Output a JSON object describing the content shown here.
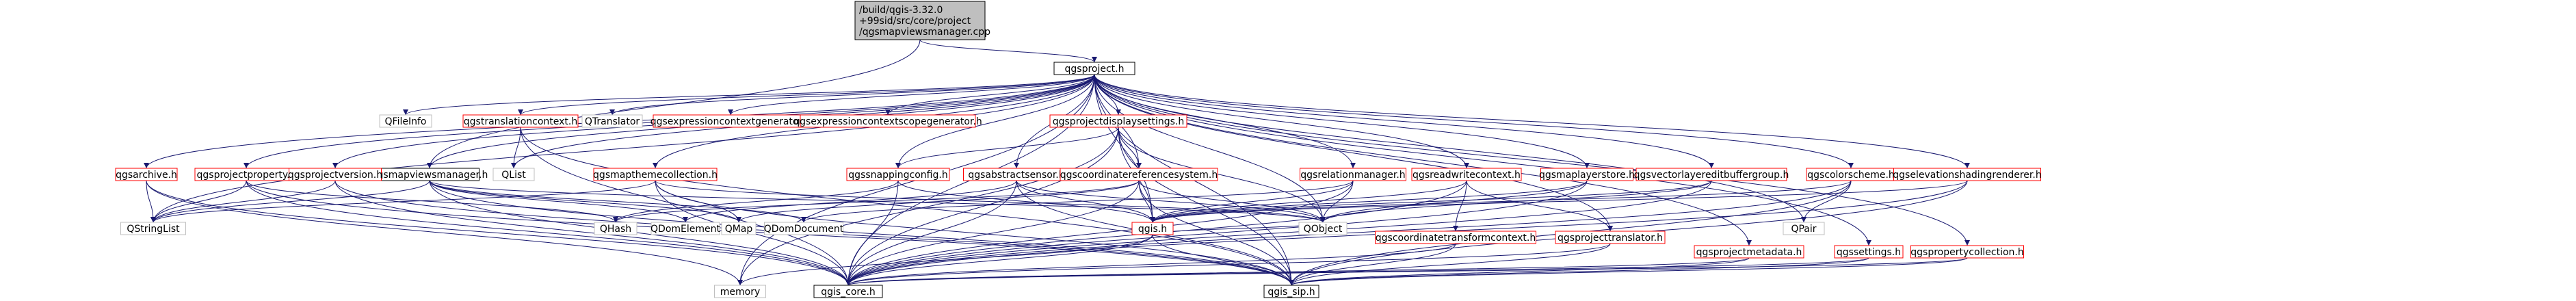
{
  "colors": {
    "edge": "#191970",
    "node_border_linked": "#ff0000",
    "node_border_plain": "#bfbfbf",
    "root_fill": "#bfbfbf",
    "root_border": "#000000",
    "node_fill": "#ffffff",
    "text": "#000000"
  },
  "nodes": [
    {
      "id": "root",
      "lines": [
        "/build/qgis-3.32.0",
        "+99sid/src/core/project",
        "/qgsmapviewsmanager.cpp"
      ],
      "style": "root"
    },
    {
      "id": "qgsproject",
      "lines": [
        "qgsproject.h"
      ],
      "style": "plain-dark"
    },
    {
      "id": "qgsmapviewsmanager",
      "lines": [
        "qgsmapviewsmanager.h"
      ],
      "style": "plain-dark"
    },
    {
      "id": "qfileinfo",
      "lines": [
        "QFileInfo"
      ],
      "style": "plain"
    },
    {
      "id": "qgstranslationcontext",
      "lines": [
        "qgstranslationcontext.h"
      ],
      "style": "linked"
    },
    {
      "id": "qtranslator",
      "lines": [
        "QTranslator"
      ],
      "style": "plain"
    },
    {
      "id": "qgsexpressioncontextgenerator",
      "lines": [
        "qgsexpressioncontextgenerator.h"
      ],
      "style": "linked"
    },
    {
      "id": "qgsexpressioncontextscopegenerator",
      "lines": [
        "qgsexpressioncontextscopegenerator.h"
      ],
      "style": "linked"
    },
    {
      "id": "qgsprojectdisplaysettings",
      "lines": [
        "qgsprojectdisplaysettings.h"
      ],
      "style": "linked"
    },
    {
      "id": "qgsarchive",
      "lines": [
        "qgsarchive.h"
      ],
      "style": "linked"
    },
    {
      "id": "qgsprojectproperty",
      "lines": [
        "qgsprojectproperty.h"
      ],
      "style": "linked"
    },
    {
      "id": "qgsprojectversion",
      "lines": [
        "qgsprojectversion.h"
      ],
      "style": "linked"
    },
    {
      "id": "qgsmapthemecollection",
      "lines": [
        "qgsmapthemecollection.h"
      ],
      "style": "linked"
    },
    {
      "id": "qgssnappingconfig",
      "lines": [
        "qgssnappingconfig.h"
      ],
      "style": "linked"
    },
    {
      "id": "qgsabstractsensor",
      "lines": [
        "qgsabstractsensor.h"
      ],
      "style": "linked"
    },
    {
      "id": "qgscoordinatereferencesystem",
      "lines": [
        "qgscoordinatereferencesystem.h"
      ],
      "style": "linked"
    },
    {
      "id": "qgsrelationmanager",
      "lines": [
        "qgsrelationmanager.h"
      ],
      "style": "linked"
    },
    {
      "id": "qgsreadwritecontext",
      "lines": [
        "qgsreadwritecontext.h"
      ],
      "style": "linked"
    },
    {
      "id": "qgsmaplayerstore",
      "lines": [
        "qgsmaplayerstore.h"
      ],
      "style": "linked"
    },
    {
      "id": "qgsvectorlayereditbuffergroup",
      "lines": [
        "qgsvectorlayereditbuffergroup.h"
      ],
      "style": "linked"
    },
    {
      "id": "qgscolorscheme",
      "lines": [
        "qgscolorscheme.h"
      ],
      "style": "linked"
    },
    {
      "id": "qgselevationshadingrenderer",
      "lines": [
        "qgselevationshadingrenderer.h"
      ],
      "style": "linked"
    },
    {
      "id": "qlist",
      "lines": [
        "QList"
      ],
      "style": "plain"
    },
    {
      "id": "qstringlist",
      "lines": [
        "QStringList"
      ],
      "style": "plain"
    },
    {
      "id": "qhash",
      "lines": [
        "QHash"
      ],
      "style": "plain"
    },
    {
      "id": "qdomelement",
      "lines": [
        "QDomElement"
      ],
      "style": "plain"
    },
    {
      "id": "qmap",
      "lines": [
        "QMap"
      ],
      "style": "plain"
    },
    {
      "id": "qdomdocument",
      "lines": [
        "QDomDocument"
      ],
      "style": "plain"
    },
    {
      "id": "qgis",
      "lines": [
        "qgis.h"
      ],
      "style": "linked"
    },
    {
      "id": "qobject",
      "lines": [
        "QObject"
      ],
      "style": "plain"
    },
    {
      "id": "qgscoordinatetransformcontext",
      "lines": [
        "qgscoordinatetransformcontext.h"
      ],
      "style": "linked"
    },
    {
      "id": "qgsprojecttranslator",
      "lines": [
        "qgsprojecttranslator.h"
      ],
      "style": "linked"
    },
    {
      "id": "qpair",
      "lines": [
        "QPair"
      ],
      "style": "plain"
    },
    {
      "id": "qgsprojectmetadata",
      "lines": [
        "qgsprojectmetadata.h"
      ],
      "style": "linked"
    },
    {
      "id": "qgssettings",
      "lines": [
        "qgssettings.h"
      ],
      "style": "linked"
    },
    {
      "id": "qgspropertycollection",
      "lines": [
        "qgspropertycollection.h"
      ],
      "style": "linked"
    },
    {
      "id": "memory",
      "lines": [
        "memory"
      ],
      "style": "plain"
    },
    {
      "id": "qgis_core",
      "lines": [
        "qgis_core.h"
      ],
      "style": "plain-dark"
    },
    {
      "id": "qgis_sip",
      "lines": [
        "qgis_sip.h"
      ],
      "style": "plain-dark"
    }
  ],
  "edges": [
    [
      "root",
      "qgsproject"
    ],
    [
      "root",
      "qgsmapviewsmanager"
    ],
    [
      "qgsproject",
      "memory"
    ],
    [
      "qgsproject",
      "qfileinfo"
    ],
    [
      "qgsproject",
      "qgstranslationcontext"
    ],
    [
      "qgsproject",
      "qtranslator"
    ],
    [
      "qgsproject",
      "qgsexpressioncontextgenerator"
    ],
    [
      "qgsproject",
      "qgsexpressioncontextscopegenerator"
    ],
    [
      "qgsproject",
      "qgsprojectdisplaysettings"
    ],
    [
      "qgsproject",
      "qgsarchive"
    ],
    [
      "qgsproject",
      "qgsprojectproperty"
    ],
    [
      "qgsproject",
      "qgsprojectversion"
    ],
    [
      "qgsproject",
      "qgsmapviewsmanager"
    ],
    [
      "qgsproject",
      "qgsmapthemecollection"
    ],
    [
      "qgsproject",
      "qgssnappingconfig"
    ],
    [
      "qgsproject",
      "qgsabstractsensor"
    ],
    [
      "qgsproject",
      "qgscoordinatereferencesystem"
    ],
    [
      "qgsproject",
      "qgsrelationmanager"
    ],
    [
      "qgsproject",
      "qgsreadwritecontext"
    ],
    [
      "qgsproject",
      "qgsmaplayerstore"
    ],
    [
      "qgsproject",
      "qgsvectorlayereditbuffergroup"
    ],
    [
      "qgsproject",
      "qgscolorscheme"
    ],
    [
      "qgsproject",
      "qgselevationshadingrenderer"
    ],
    [
      "qgsproject",
      "qgsprojectmetadata"
    ],
    [
      "qgsproject",
      "qgssettings"
    ],
    [
      "qgsproject",
      "qgspropertycollection"
    ],
    [
      "qgsproject",
      "qlist"
    ],
    [
      "qgsproject",
      "qstringlist"
    ],
    [
      "qgsproject",
      "qobject"
    ],
    [
      "qgsproject",
      "qgis"
    ],
    [
      "qgsproject",
      "qgis_core"
    ],
    [
      "qgsproject",
      "qgis_sip"
    ],
    [
      "qgsproject",
      "qpair"
    ],
    [
      "qgsproject",
      "qgsprojecttranslator"
    ],
    [
      "qgstranslationcontext",
      "qlist"
    ],
    [
      "qgstranslationcontext",
      "qgis_core"
    ],
    [
      "qgstranslationcontext",
      "qgis_sip"
    ],
    [
      "qgsprojectdisplaysettings",
      "qgssnappingconfig"
    ],
    [
      "qgsprojectdisplaysettings",
      "qgscoordinatereferencesystem"
    ],
    [
      "qgsprojectdisplaysettings",
      "qgis"
    ],
    [
      "qgsprojectdisplaysettings",
      "qobject"
    ],
    [
      "qgsprojectdisplaysettings",
      "qgis_core"
    ],
    [
      "qgsprojectdisplaysettings",
      "qgis_sip"
    ],
    [
      "qgsprojectdisplaysettings",
      "memory"
    ],
    [
      "qgsarchive",
      "qstringlist"
    ],
    [
      "qgsarchive",
      "qgis_core"
    ],
    [
      "qgsarchive",
      "memory"
    ],
    [
      "qgsprojectproperty",
      "qstringlist"
    ],
    [
      "qgsprojectproperty",
      "qhash"
    ],
    [
      "qgsprojectproperty",
      "qgis_core"
    ],
    [
      "qgsprojectproperty",
      "qgis_sip"
    ],
    [
      "qgsprojectversion",
      "qstringlist"
    ],
    [
      "qgsprojectversion",
      "qgis_core"
    ],
    [
      "qgsprojectversion",
      "qgis_sip"
    ],
    [
      "qgsmapviewsmanager",
      "qdomelement"
    ],
    [
      "qgsmapviewsmanager",
      "qdomdocument"
    ],
    [
      "qgsmapviewsmanager",
      "qobject"
    ],
    [
      "qgsmapviewsmanager",
      "qstringlist"
    ],
    [
      "qgsmapviewsmanager",
      "qmap"
    ],
    [
      "qgsmapviewsmanager",
      "qgis_core"
    ],
    [
      "qgsmapviewsmanager",
      "qgis_sip"
    ],
    [
      "qgsmapthemecollection",
      "qmap"
    ],
    [
      "qgsmapthemecollection",
      "qstringlist"
    ],
    [
      "qgsmapthemecollection",
      "qobject"
    ],
    [
      "qgsmapthemecollection",
      "qgis_core"
    ],
    [
      "qgsmapthemecollection",
      "qgis_sip"
    ],
    [
      "qgssnappingconfig",
      "qhash"
    ],
    [
      "qgssnappingconfig",
      "qgis"
    ],
    [
      "qgssnappingconfig",
      "qgis_core"
    ],
    [
      "qgsabstractsensor",
      "qgis"
    ],
    [
      "qgsabstractsensor",
      "qobject"
    ],
    [
      "qgsabstractsensor",
      "qdomelement"
    ],
    [
      "qgsabstractsensor",
      "qgis_core"
    ],
    [
      "qgsabstractsensor",
      "qgis_sip"
    ],
    [
      "qgscoordinatereferencesystem",
      "qgis"
    ],
    [
      "qgscoordinatereferencesystem",
      "qhash"
    ],
    [
      "qgscoordinatereferencesystem",
      "qmap"
    ],
    [
      "qgscoordinatereferencesystem",
      "qobject"
    ],
    [
      "qgscoordinatereferencesystem",
      "qgis_core"
    ],
    [
      "qgscoordinatereferencesystem",
      "qgis_sip"
    ],
    [
      "qgsrelationmanager",
      "qdomdocument"
    ],
    [
      "qgsrelationmanager",
      "qobject"
    ],
    [
      "qgsrelationmanager",
      "qgis"
    ],
    [
      "qgsrelationmanager",
      "qgis_core"
    ],
    [
      "qgsreadwritecontext",
      "qgis"
    ],
    [
      "qgsreadwritecontext",
      "qgsprojecttranslator"
    ],
    [
      "qgsreadwritecontext",
      "qgscoordinatetransformcontext"
    ],
    [
      "qgsreadwritecontext",
      "qgis_core"
    ],
    [
      "qgsmaplayerstore",
      "qgis"
    ],
    [
      "qgsmaplayerstore",
      "qobject"
    ],
    [
      "qgsmaplayerstore",
      "qgis_core"
    ],
    [
      "qgsvectorlayereditbuffergroup",
      "qgis"
    ],
    [
      "qgsvectorlayereditbuffergroup",
      "qobject"
    ],
    [
      "qgsvectorlayereditbuffergroup",
      "qgis_core"
    ],
    [
      "qgscolorscheme",
      "qgis"
    ],
    [
      "qgscolorscheme",
      "qpair"
    ],
    [
      "qgscolorscheme",
      "qgis_core"
    ],
    [
      "qgscolorscheme",
      "qgis_sip"
    ],
    [
      "qgselevationshadingrenderer",
      "qgis"
    ],
    [
      "qgselevationshadingrenderer",
      "qgis_core"
    ],
    [
      "qgselevationshadingrenderer",
      "qgis_sip"
    ],
    [
      "qgis",
      "memory"
    ],
    [
      "qgis",
      "qgis_core"
    ],
    [
      "qgis",
      "qgis_sip"
    ],
    [
      "qgis",
      "qobject"
    ],
    [
      "qgscoordinatetransformcontext",
      "qgis_core"
    ],
    [
      "qgscoordinatetransformcontext",
      "qgis_sip"
    ],
    [
      "qgsprojecttranslator",
      "qgis_core"
    ],
    [
      "qgsprojecttranslator",
      "qgis_sip"
    ],
    [
      "qgsprojectmetadata",
      "qgis_core"
    ],
    [
      "qgsprojectmetadata",
      "qgis_sip"
    ],
    [
      "qgssettings",
      "qgis_core"
    ],
    [
      "qgssettings",
      "qgis_sip"
    ],
    [
      "qgspropertycollection",
      "qgis_core"
    ],
    [
      "qgspropertycollection",
      "qgis_sip"
    ]
  ]
}
